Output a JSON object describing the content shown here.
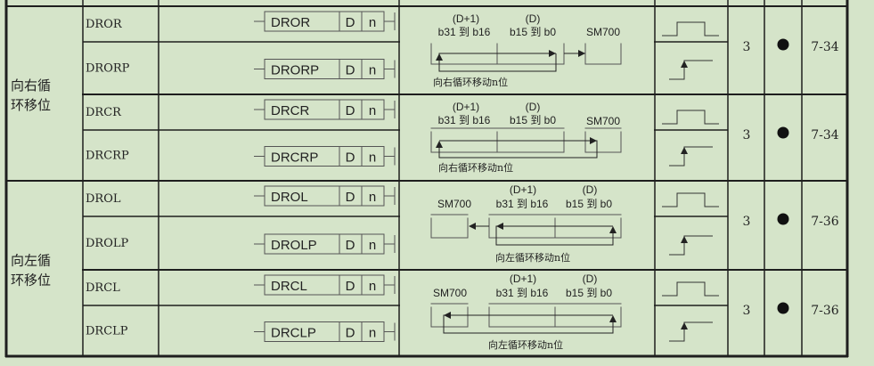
{
  "colors": {
    "background": "#d5e4c9",
    "line": "#1e1e1e",
    "thin_line": "#555555"
  },
  "groups": [
    {
      "label_lines": [
        "向右循",
        "环移位"
      ],
      "pairs": [
        {
          "instructions": [
            "DROR",
            "DRORP"
          ],
          "operands": [
            "D",
            "n"
          ],
          "diagram": {
            "type": "rotate-right",
            "hi_label": "(D+1)",
            "lo_label": "(D)",
            "bits_hi": "b31  到  b16",
            "bits_lo": "b15  到   b0",
            "flag": "SM700",
            "caption": "向右循环移动n位"
          },
          "steps": "3",
          "mark": "●",
          "page": "7-34"
        },
        {
          "instructions": [
            "DRCR",
            "DRCRP"
          ],
          "operands": [
            "D",
            "n"
          ],
          "diagram": {
            "type": "carry-right",
            "hi_label": "(D+1)",
            "lo_label": "(D)",
            "bits_hi": "b31  到  b16",
            "bits_lo": "b15   到  b0",
            "flag": "SM700",
            "caption": "向右循环移动n位"
          },
          "steps": "3",
          "mark": "●",
          "page": "7-34"
        }
      ]
    },
    {
      "label_lines": [
        "向左循",
        "环移位"
      ],
      "pairs": [
        {
          "instructions": [
            "DROL",
            "DROLP"
          ],
          "operands": [
            "D",
            "n"
          ],
          "diagram": {
            "type": "rotate-left",
            "hi_label": "(D+1)",
            "lo_label": "(D)",
            "bits_hi": "b31  到  b16",
            "bits_lo": "b15   到   b0",
            "flag": "SM700",
            "caption": "向左循环移动n位"
          },
          "steps": "3",
          "mark": "●",
          "page": "7-36"
        },
        {
          "instructions": [
            "DRCL",
            "DRCLP"
          ],
          "operands": [
            "D",
            "n"
          ],
          "diagram": {
            "type": "carry-left",
            "hi_label": "(D+1)",
            "lo_label": "(D)",
            "bits_hi": "b31  到  b16",
            "bits_lo": "b15   到   b0",
            "flag": "SM700",
            "caption": "向左循环移动n位"
          },
          "steps": "3",
          "mark": "●",
          "page": "7-36"
        }
      ]
    }
  ]
}
